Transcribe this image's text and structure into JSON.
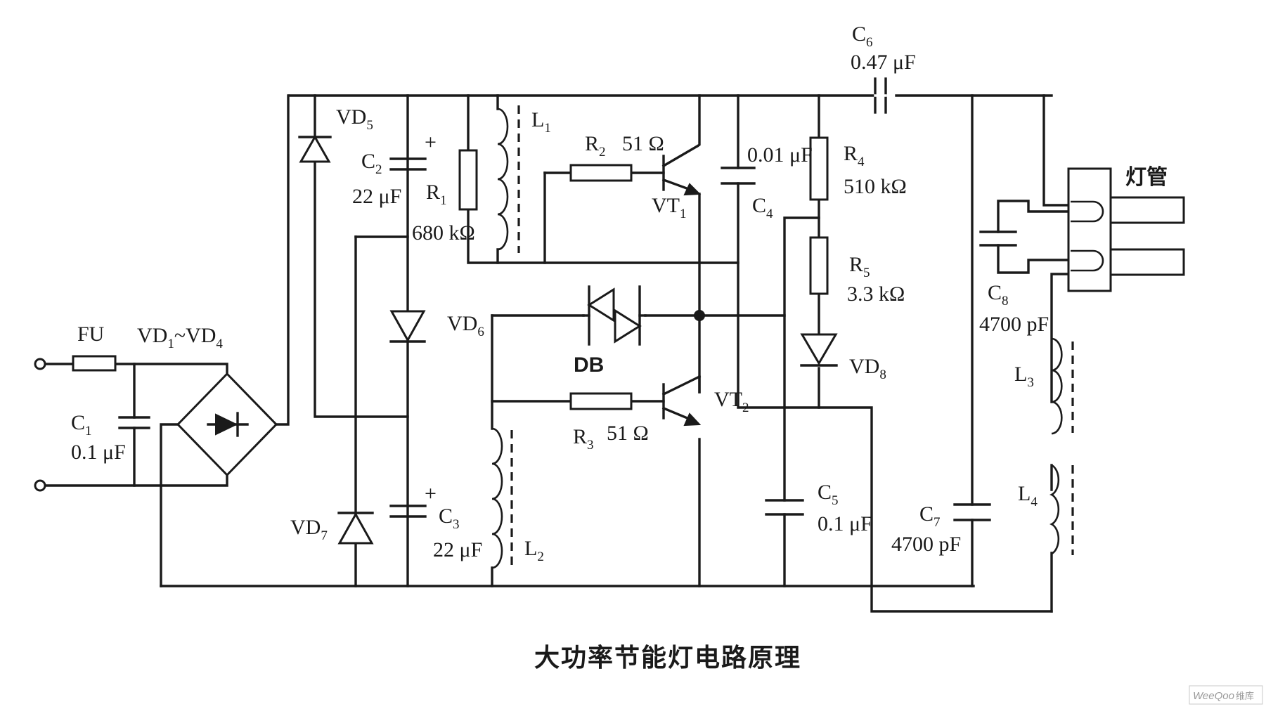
{
  "caption": "大功率节能灯电路原理",
  "watermark": {
    "brand": "WeeQoo",
    "suffix": "维库"
  },
  "labels": {
    "fu": "FU",
    "vd1": "VD",
    "vd1_sub": "1",
    "vd_tilde": "~VD",
    "vd4_sub": "4",
    "c1": "C",
    "c1_sub": "1",
    "c1_val": "0.1 μF",
    "vd5": "VD",
    "vd5_sub": "5",
    "c2": "C",
    "c2_sub": "2",
    "c2_val": "22 μF",
    "r1": "R",
    "r1_sub": "1",
    "r1_val": "680 kΩ",
    "l1": "L",
    "l1_sub": "1",
    "r2": "R",
    "r2_sub": "2",
    "r2_val": "51 Ω",
    "vt1": "VT",
    "vt1_sub": "1",
    "c4_val": "0.01 μF",
    "c4": "C",
    "c4_sub": "4",
    "r4": "R",
    "r4_sub": "4",
    "r4_val": "510 kΩ",
    "r5": "R",
    "r5_sub": "5",
    "r5_val": "3.3 kΩ",
    "c6": "C",
    "c6_sub": "6",
    "c6_val": "0.47 μF",
    "lamp": "灯管",
    "c8": "C",
    "c8_sub": "8",
    "c8_val": "4700 pF",
    "vd6": "VD",
    "vd6_sub": "6",
    "db": "DB",
    "vd8": "VD",
    "vd8_sub": "8",
    "vt2": "VT",
    "vt2_sub": "2",
    "r3": "R",
    "r3_sub": "3",
    "r3_val": "51 Ω",
    "vd7": "VD",
    "vd7_sub": "7",
    "c3": "C",
    "c3_sub": "3",
    "c3_val": "22 μF",
    "l2": "L",
    "l2_sub": "2",
    "c5": "C",
    "c5_sub": "5",
    "c5_val": "0.1 μF",
    "c7": "C",
    "c7_sub": "7",
    "c7_val": "4700 pF",
    "l3": "L",
    "l3_sub": "3",
    "l4": "L",
    "l4_sub": "4",
    "plus": "+"
  }
}
